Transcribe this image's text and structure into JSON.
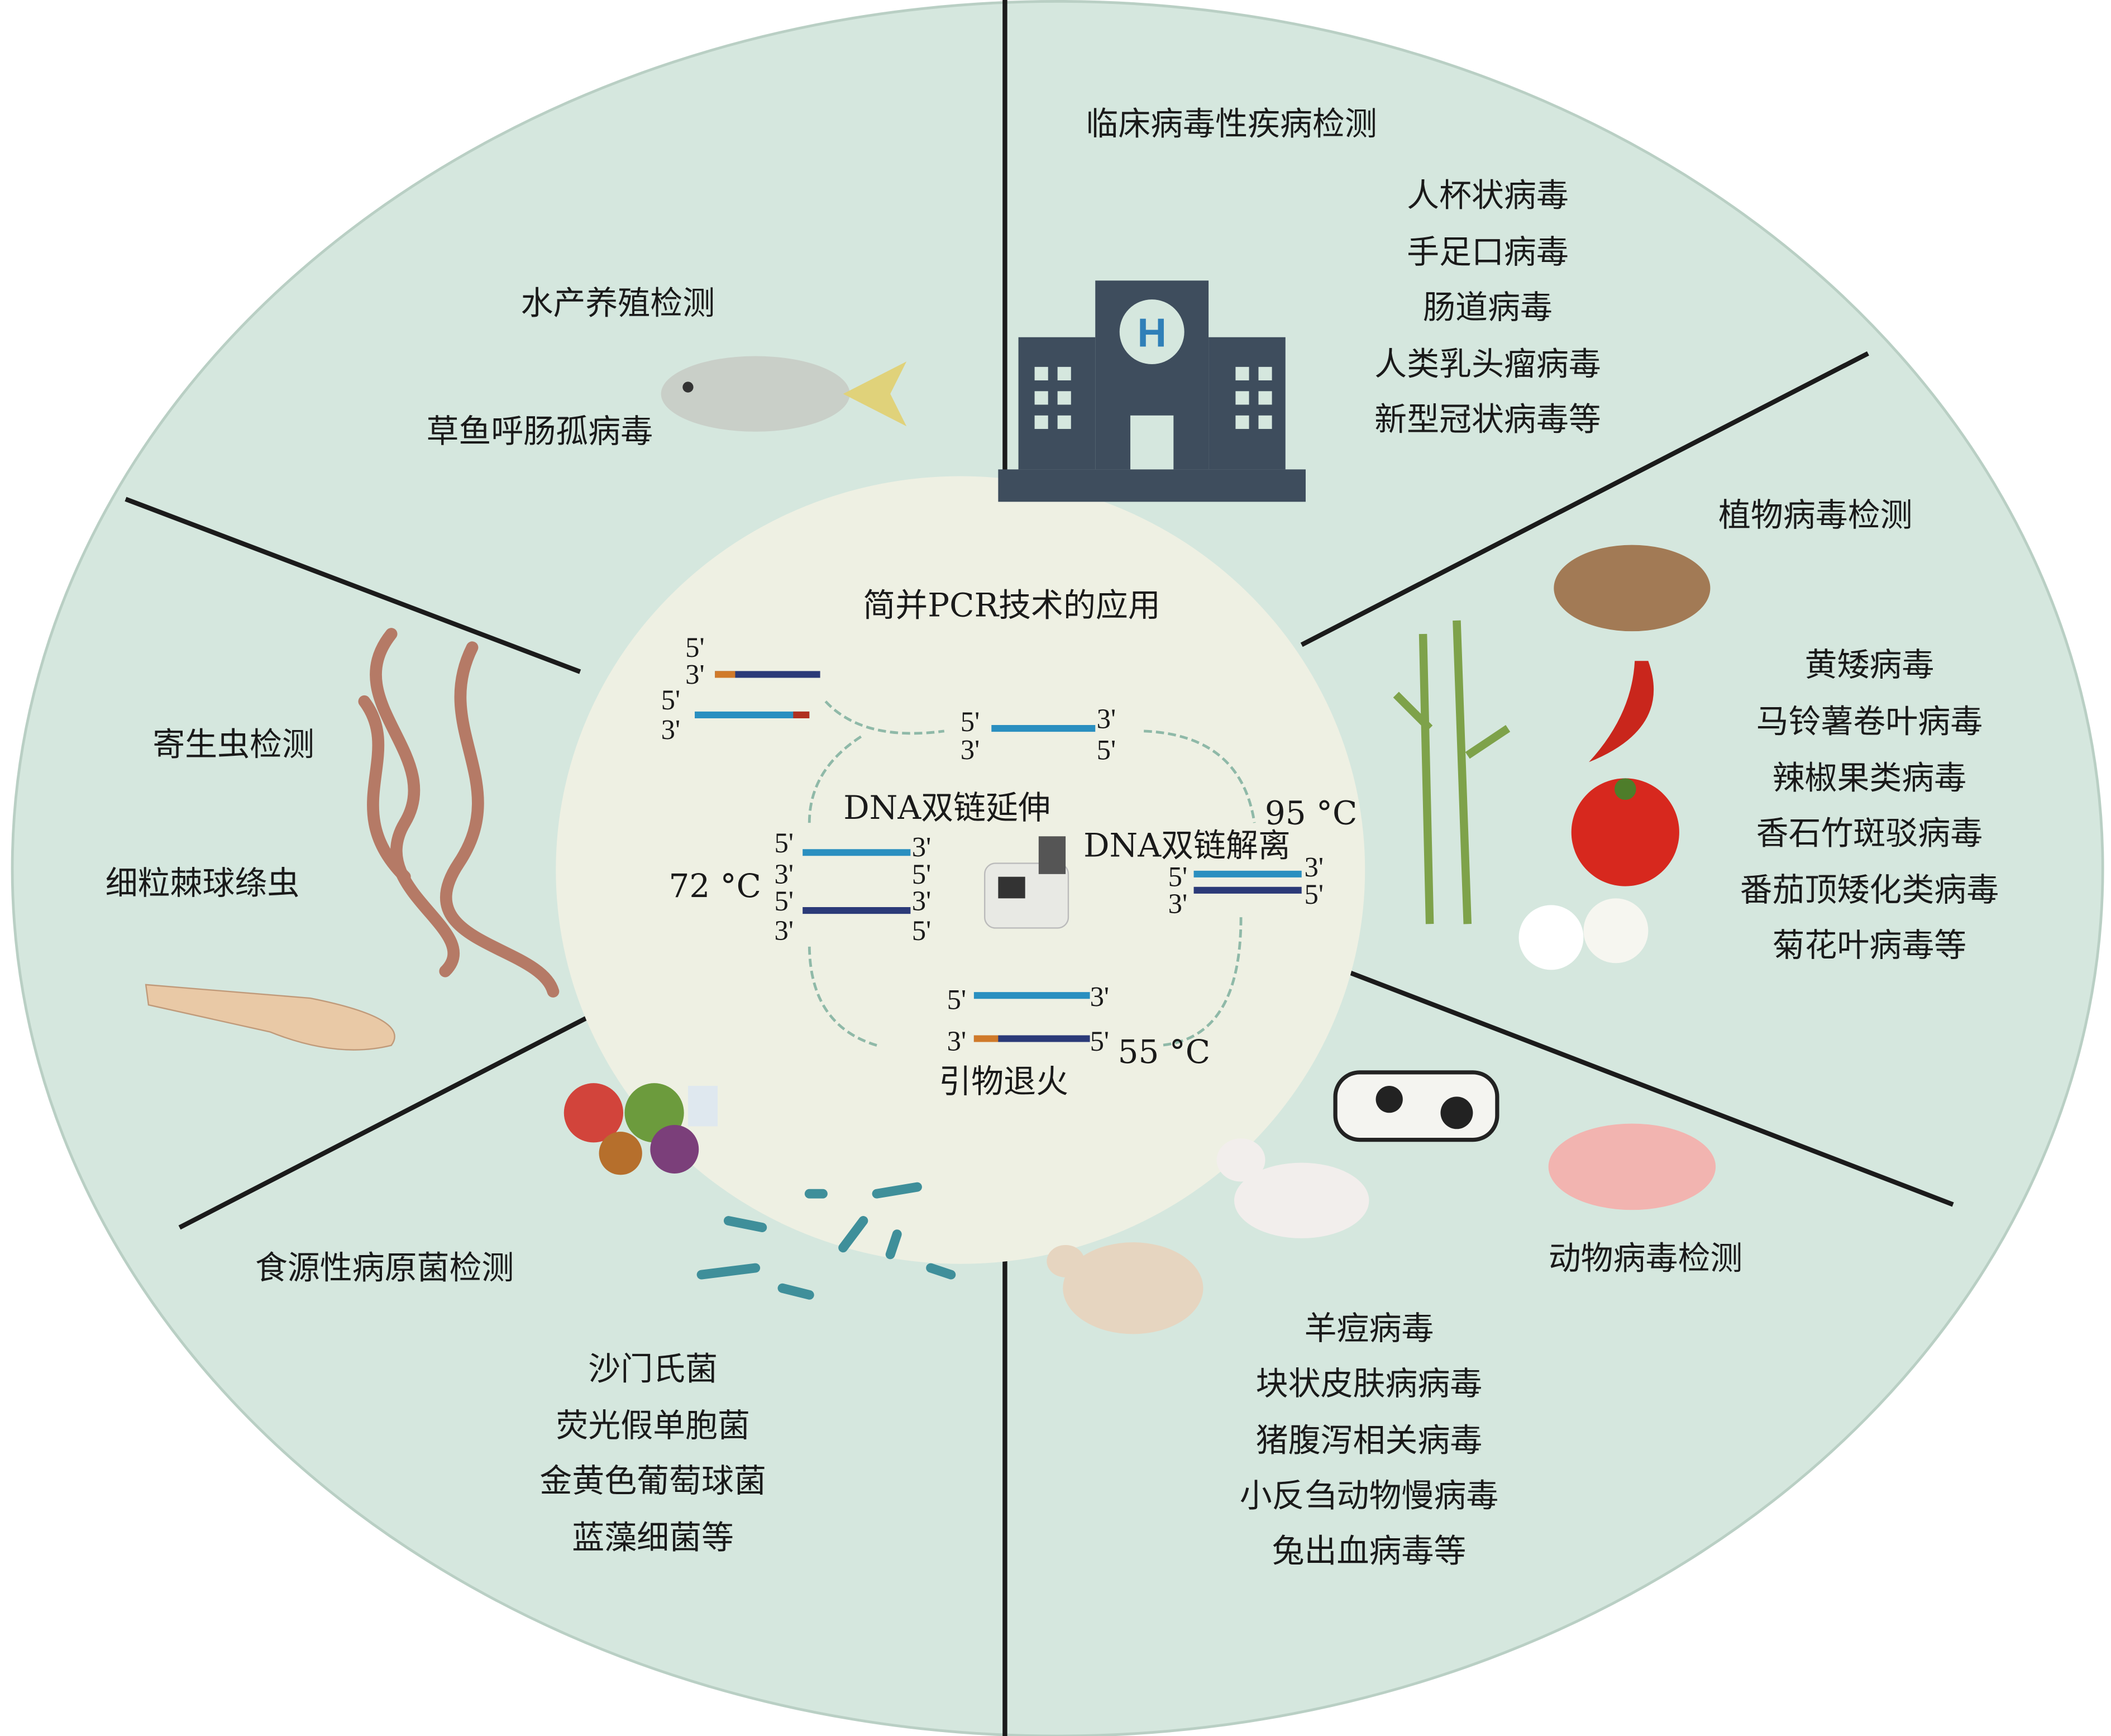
{
  "center": {
    "title": "简并PCR技术的应用",
    "extension": "DNA双链延伸",
    "denaturation": "DNA双链解离",
    "annealing": "引物退火",
    "temp_denature": "95 °C",
    "temp_extend": "72 °C",
    "temp_anneal": "55 °C",
    "strand_labels": {
      "template": [
        "5'",
        "3'",
        "5'",
        "3'"
      ],
      "top": [
        "5'",
        "3'",
        "3'",
        "5'"
      ],
      "left": [
        "5'",
        "3'",
        "3'",
        "5'",
        "5'",
        "3'",
        "3'",
        "5'"
      ],
      "right": [
        "5'",
        "3'",
        "3'",
        "5'"
      ],
      "bottom": [
        "5'",
        "3'",
        "3'",
        "5'"
      ]
    }
  },
  "sections": {
    "clinical": {
      "title": "临床病毒性疾病检测",
      "items": [
        "人杯状病毒",
        "手足口病毒",
        "肠道病毒",
        "人类乳头瘤病毒",
        "新型冠状病毒等"
      ]
    },
    "aquaculture": {
      "title": "水产养殖检测",
      "items": [
        "草鱼呼肠孤病毒"
      ]
    },
    "plant": {
      "title": "植物病毒检测",
      "items": [
        "黄矮病毒",
        "马铃薯卷叶病毒",
        "辣椒果类病毒",
        "香石竹斑驳病毒",
        "番茄顶矮化类病毒",
        "菊花叶病毒等"
      ]
    },
    "parasite": {
      "title": "寄生虫检测",
      "items": [
        "细粒棘球绦虫"
      ]
    },
    "foodborne": {
      "title": "食源性病原菌检测",
      "items": [
        "沙门氏菌",
        "荧光假单胞菌",
        "金黄色葡萄球菌",
        "蓝藻细菌等"
      ]
    },
    "animal": {
      "title": "动物病毒检测",
      "items": [
        "羊痘病毒",
        "块状皮肤病病毒",
        "猪腹泻相关病毒",
        "小反刍动物慢病毒",
        "兔出血病毒等"
      ]
    }
  },
  "colors": {
    "outer": "#d5e7de",
    "inner": "#eef0e3",
    "hospital": "#3e4d5d",
    "strand_blue": "#2a8fc0",
    "strand_navy": "#2b3a78"
  }
}
